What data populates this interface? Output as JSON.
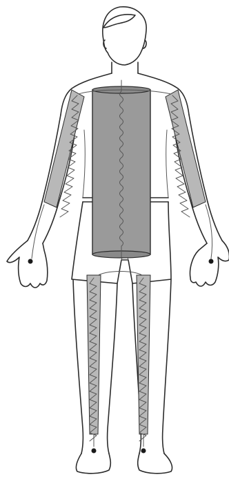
{
  "figure": {
    "subject": "human-body-front-view",
    "colors": {
      "line": "#2b2b2b",
      "soft_line": "#555555",
      "trunk_fill": "#9a9a9a",
      "limb_fill": "#b8b8b8",
      "electrode": "#1a1a1a",
      "background": "#ffffff"
    },
    "segments": [
      "trunk",
      "right-arm",
      "left-arm",
      "right-leg",
      "left-leg"
    ],
    "electrodes": [
      "right-hand",
      "left-hand",
      "right-foot",
      "left-foot"
    ]
  }
}
